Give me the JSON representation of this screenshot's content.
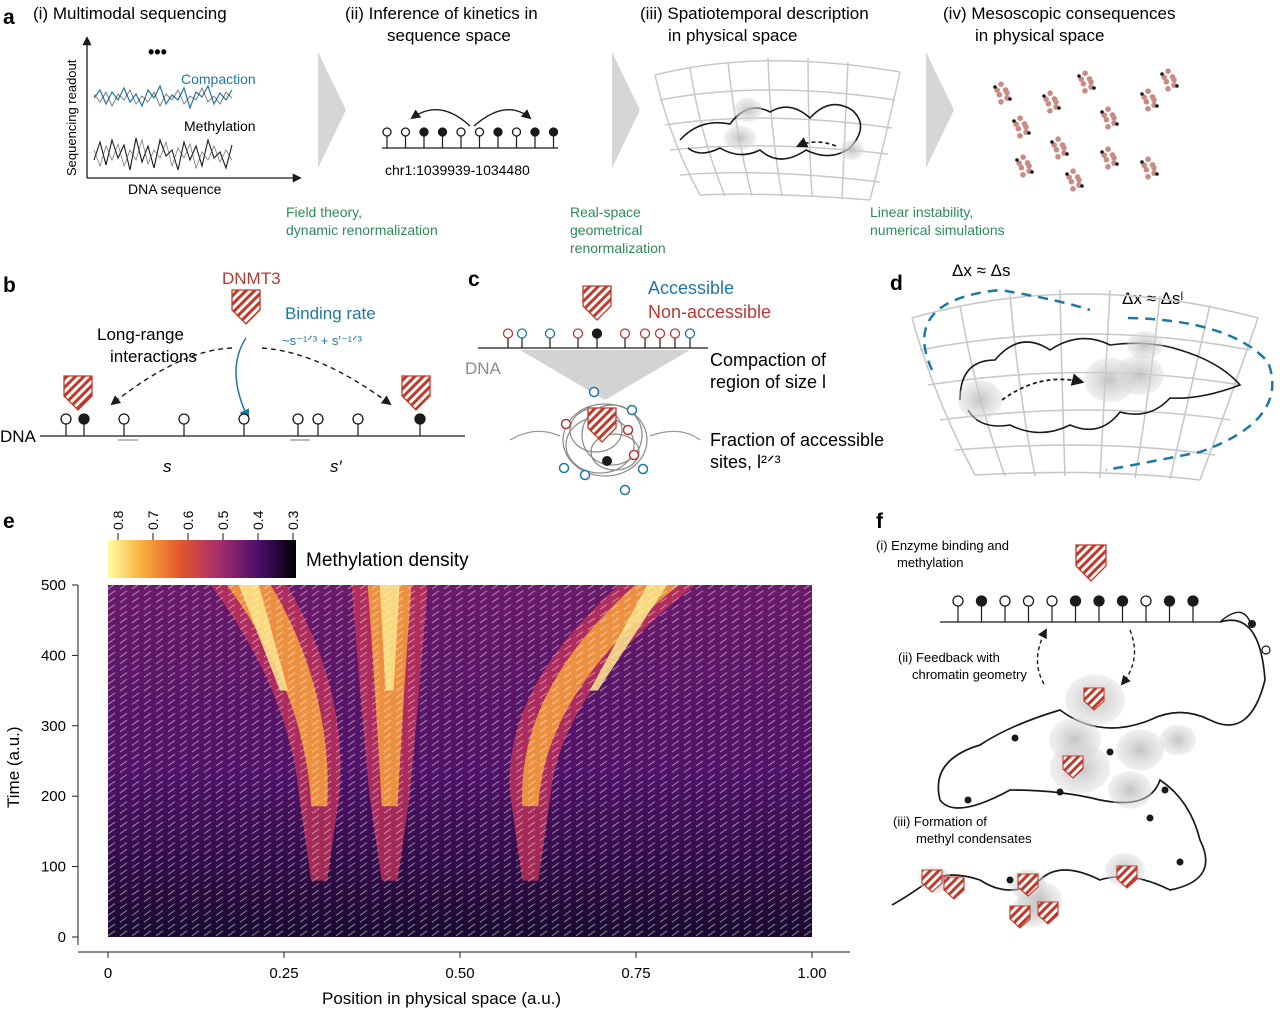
{
  "panels": {
    "a": {
      "letter": "a",
      "steps": [
        "(i) Multimodal sequencing",
        "(ii) Inference of kinetics in",
        "sequence space",
        "(iii) Spatiotemporal description",
        "in physical space",
        "(iv) Mesoscopic consequences",
        "in physical space"
      ],
      "ylabel": "Sequencing readout",
      "xlabel": "DNA sequence",
      "dots": "•••",
      "compaction": "Compaction",
      "methylation": "Methylation",
      "locus": "chr1:1039939-1034480",
      "methods": [
        [
          "Field theory,",
          "dynamic renormalization"
        ],
        [
          "Real-space",
          "geometrical",
          "renormalization"
        ],
        [
          "Linear instability,",
          "numerical simulations"
        ]
      ]
    },
    "b": {
      "letter": "b",
      "enzyme": "DNMT3",
      "binding_rate": "Binding rate",
      "rate_formula": "~s⁻¹ᐟ³ + s′⁻¹ᐟ³",
      "long_range": [
        "Long-range",
        "interactions"
      ],
      "dna": "DNA",
      "s": "s",
      "s_prime": "s′"
    },
    "c": {
      "letter": "c",
      "accessible": "Accessible",
      "non_accessible": "Non-accessible",
      "dna": "DNA",
      "compaction": [
        "Compaction of",
        "region of size l"
      ],
      "fraction": [
        "Fraction of accessible",
        "sites, l²ᐟ³"
      ]
    },
    "d": {
      "letter": "d",
      "relation1": "Δx ≈ Δs",
      "relation2": "Δx ≈ Δsˡ"
    },
    "e": {
      "letter": "e",
      "colorbar_label": "Methylation density",
      "colorbar_ticks": [
        "0.8",
        "0.7",
        "0.6",
        "0.5",
        "0.4",
        "0.3"
      ],
      "xlabel": "Position in physical space (a.u.)",
      "ylabel": "Time (a.u.)",
      "xticks": [
        "0",
        "0.25",
        "0.50",
        "0.75",
        "1.00"
      ],
      "yticks": [
        "0",
        "100",
        "200",
        "300",
        "400",
        "500"
      ]
    },
    "f": {
      "letter": "f",
      "step1": [
        "(i) Enzyme binding and",
        "methylation"
      ],
      "step2": [
        "(ii) Feedback with",
        "chromatin geometry"
      ],
      "step3": [
        "(iii) Formation of",
        "methyl condensates"
      ]
    }
  },
  "colors": {
    "enzyme": "#c0392b",
    "accessible": "#1f77a4",
    "non_accessible": "#b33a32",
    "methods_text": "#2e8b57",
    "arrow_block": "#d6d6d6"
  },
  "chart_data": {
    "type": "heatmap",
    "xlabel": "Position in physical space (a.u.)",
    "ylabel": "Time (a.u.)",
    "xlim": [
      0,
      1
    ],
    "ylim": [
      0,
      500
    ],
    "colorbar": {
      "label": "Methylation density",
      "range": [
        0.3,
        0.8
      ],
      "ticks": [
        0.8,
        0.7,
        0.6,
        0.5,
        0.4,
        0.3
      ]
    },
    "high_density_bands": [
      {
        "x_center_at_t500": 0.2,
        "x_center_at_t200": 0.3
      },
      {
        "x_center_at_t500": 0.4,
        "x_center_at_t200": 0.4
      },
      {
        "x_center_at_t500": 0.78,
        "x_center_at_t200": 0.6
      }
    ]
  }
}
